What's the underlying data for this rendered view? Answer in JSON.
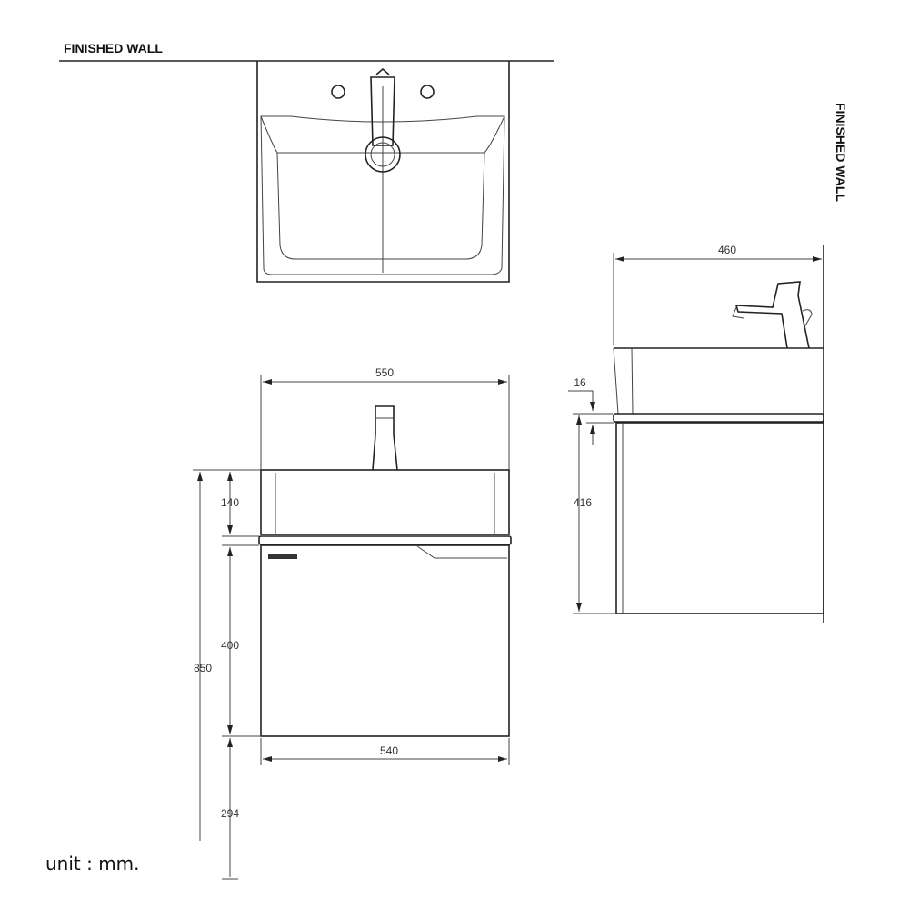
{
  "labels": {
    "finished_wall_top": "FINISHED WALL",
    "finished_wall_side": "FINISHED WALL",
    "unit": "unit : mm."
  },
  "dimensions": {
    "front_width": "550",
    "cabinet_width": "540",
    "total_height": "850",
    "basin_height": "140",
    "cabinet_height": "400",
    "floor_clearance": "294",
    "side_depth": "460",
    "counter_thickness": "16",
    "side_height": "416"
  }
}
